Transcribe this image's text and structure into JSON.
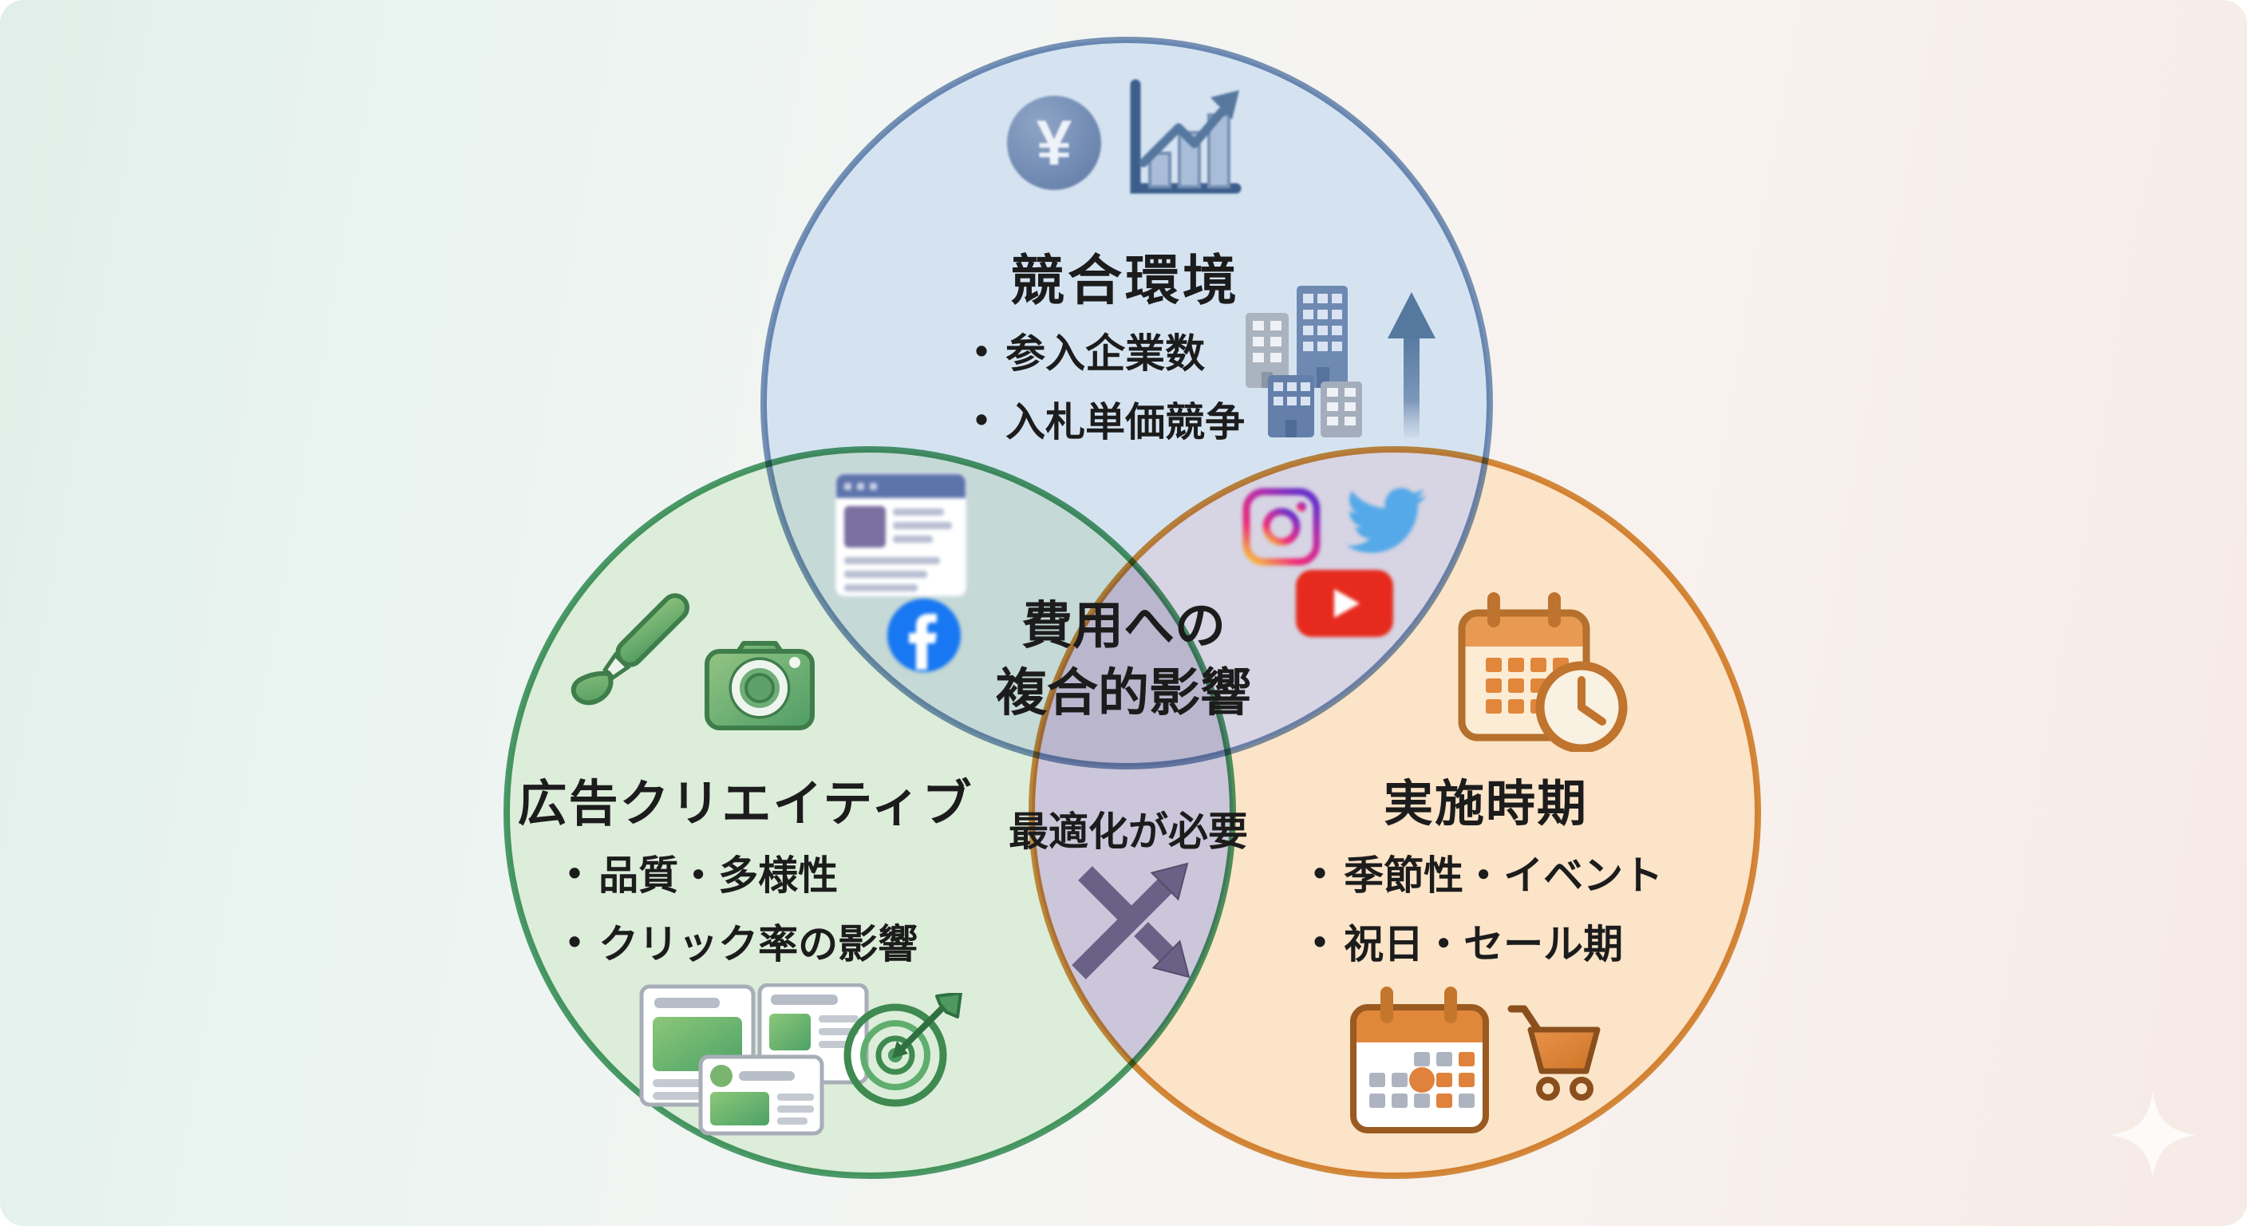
{
  "ui": {
    "bullet_char": "•"
  },
  "glyphs": {
    "yen": "¥"
  },
  "competition": {
    "title": "競合環境",
    "bullets": [
      "参入企業数",
      "入札単価競争"
    ]
  },
  "creative": {
    "title": "広告クリエイティブ",
    "bullets": [
      "品質・多様性",
      "クリック率の影響"
    ]
  },
  "timing": {
    "title": "実施時期",
    "bullets": [
      "季節性・イベント",
      "祝日・セール期"
    ]
  },
  "center": {
    "impact_line1": "費用への",
    "impact_line2": "複合的影響",
    "need": "最適化が必要"
  },
  "colors": {
    "competition_fill": "#d5e3f1",
    "competition_stroke": "#7b97bd",
    "creative_fill": "#dcedda",
    "creative_stroke": "#4f9f6d",
    "timing_fill": "#fbe4c8",
    "timing_stroke": "#d8903f",
    "overlap_competition_creative": "#c5d9d6",
    "overlap_competition_timing": "#d7d4e3",
    "overlap_creative_timing": "#cbc6d9",
    "overlap_center": "#b9b6cd",
    "facebook_blue": "#1877f2",
    "twitter_blue": "#55a9e8",
    "youtube_red": "#e62b1e",
    "text": "#1c1c1c"
  }
}
